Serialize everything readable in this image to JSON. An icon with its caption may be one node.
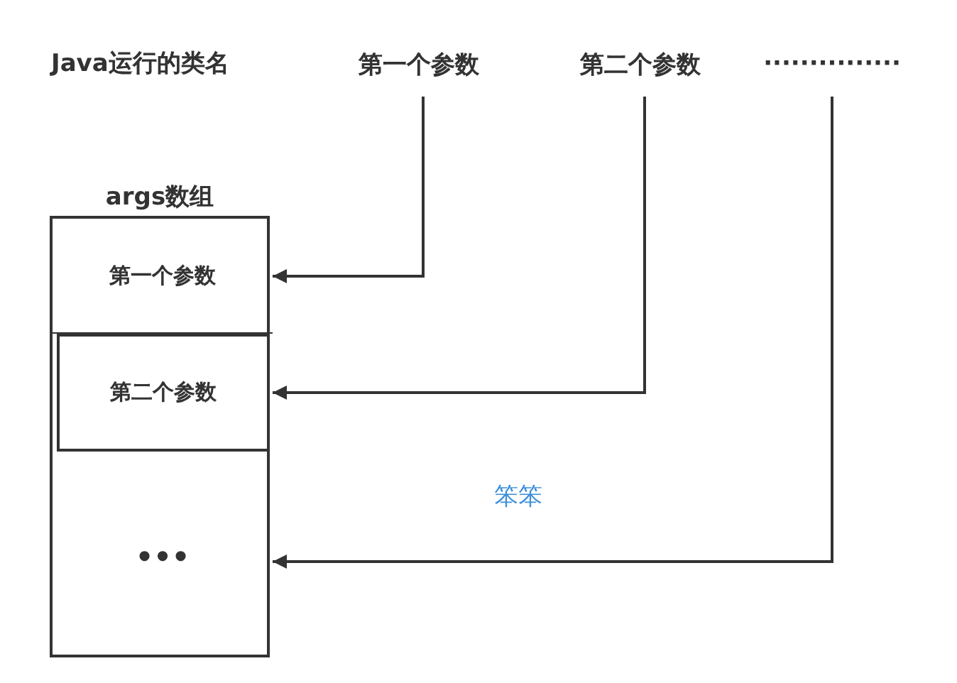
{
  "diagram": {
    "nodes": [
      {
        "text": [
          "第一个参数"
        ]
      },
      {
        "text": [
          "第二个参数"
        ]
      },
      {
        "text": [
          "···············"
        ]
      },
      {
        "text": [
          "args数组"
        ]
      },
      {
        "text": [
          "第一个参数"
        ],
        "in": 3
      },
      {
        "text": [
          "第二个参数"
        ],
        "in": 3
      },
      {
        "text": [
          "•••"
        ],
        "in": 3
      }
    ],
    "edges": [
      {
        "from": 0,
        "to": 4,
        "arrow": "to"
      },
      {
        "from": 1,
        "to": 5,
        "arrow": "to"
      },
      {
        "from": 2,
        "to": 6,
        "arrow": "to"
      }
    ],
    "labels": [
      "Java运行的类名",
      "笨笨"
    ]
  }
}
